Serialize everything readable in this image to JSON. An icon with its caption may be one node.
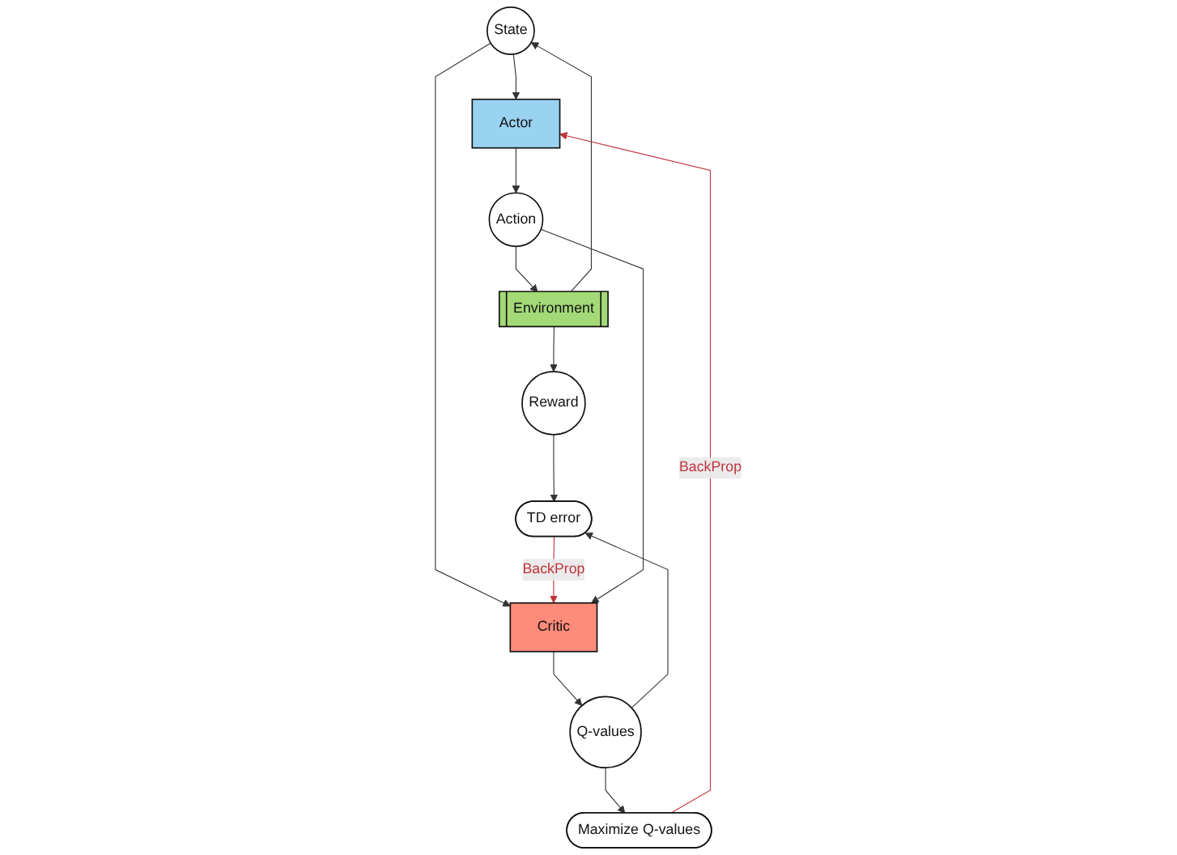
{
  "diagram": {
    "nodes": [
      {
        "text": [
          "State"
        ]
      },
      {
        "text": [
          "Environment"
        ]
      },
      {
        "text": [
          "Reward"
        ]
      },
      {
        "text": [
          "TD error"
        ]
      },
      {
        "text": [
          "Actor"
        ]
      },
      {
        "text": [
          "Action"
        ]
      },
      {
        "text": [
          "Critic"
        ]
      },
      {
        "text": [
          "Q-values"
        ]
      },
      {
        "text": [
          "Maximize Q-values"
        ]
      }
    ],
    "edges": [
      {
        "from": 0,
        "to": 4,
        "arrow": "to"
      },
      {
        "from": 0,
        "to": 6,
        "arrow": "to"
      },
      {
        "from": 1,
        "to": 0,
        "arrow": "to"
      },
      {
        "from": 1,
        "to": 2,
        "arrow": "to"
      },
      {
        "from": 2,
        "to": 3,
        "arrow": "to"
      },
      {
        "from": 3,
        "to": 6,
        "arrow": "to",
        "label": "BackProp",
        "color": "#c0343c"
      },
      {
        "from": 4,
        "to": 5,
        "arrow": "to"
      },
      {
        "from": 5,
        "to": 1,
        "arrow": "to"
      },
      {
        "from": 5,
        "to": 6,
        "arrow": "to"
      },
      {
        "from": 6,
        "to": 7,
        "arrow": "to"
      },
      {
        "from": 7,
        "to": 3,
        "arrow": "to"
      },
      {
        "from": 7,
        "to": 8,
        "arrow": "to"
      },
      {
        "from": 8,
        "to": 4,
        "arrow": "to",
        "label": "BackProp",
        "color": "#c0343c"
      }
    ]
  }
}
